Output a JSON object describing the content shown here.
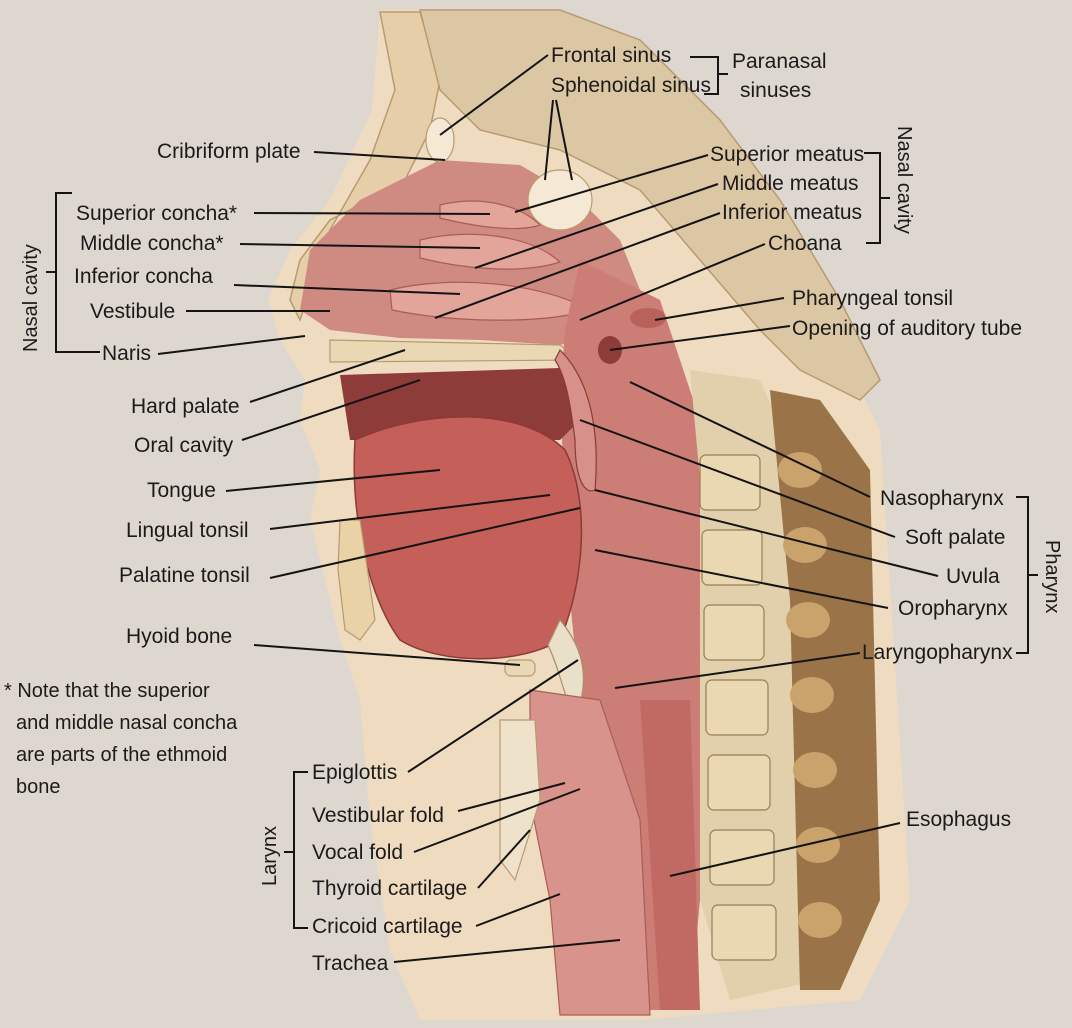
{
  "labels": {
    "frontal_sinus": "Frontal sinus",
    "sphenoidal_sinus": "Sphenoidal sinus",
    "paranasal_1": "Paranasal",
    "paranasal_2": "sinuses",
    "cribriform_plate": "Cribriform plate",
    "superior_meatus": "Superior meatus",
    "middle_meatus": "Middle meatus",
    "inferior_meatus": "Inferior meatus",
    "choana": "Choana",
    "nasal_cavity_right": "Nasal cavity",
    "nasal_cavity_left": "Nasal cavity",
    "superior_concha": "Superior concha*",
    "middle_concha": "Middle concha*",
    "inferior_concha": "Inferior concha",
    "vestibule": "Vestibule",
    "naris": "Naris",
    "pharyngeal_tonsil": "Pharyngeal tonsil",
    "opening_auditory_tube": "Opening of auditory tube",
    "hard_palate": "Hard palate",
    "oral_cavity": "Oral cavity",
    "tongue": "Tongue",
    "lingual_tonsil": "Lingual tonsil",
    "palatine_tonsil": "Palatine tonsil",
    "hyoid_bone": "Hyoid bone",
    "nasopharynx": "Nasopharynx",
    "soft_palate": "Soft palate",
    "uvula": "Uvula",
    "oropharynx": "Oropharynx",
    "laryngopharynx": "Laryngopharynx",
    "pharynx": "Pharynx",
    "epiglottis": "Epiglottis",
    "vestibular_fold": "Vestibular fold",
    "vocal_fold": "Vocal fold",
    "thyroid_cartilage": "Thyroid cartilage",
    "cricoid_cartilage": "Cricoid cartilage",
    "trachea": "Trachea",
    "larynx": "Larynx",
    "esophagus": "Esophagus"
  },
  "note": {
    "line1": "* Note that the superior",
    "line2": "and middle nasal concha",
    "line3": "are parts of the ethmoid",
    "line4": "bone"
  },
  "colors": {
    "background": "#ddd7cf",
    "skin": "#f0e0c4",
    "muscle": "#c9736d",
    "mucosa": "#d8908a",
    "bone": "#e8d6b4",
    "vertebra_dark": "#8a6a44",
    "leader": "#141414"
  }
}
